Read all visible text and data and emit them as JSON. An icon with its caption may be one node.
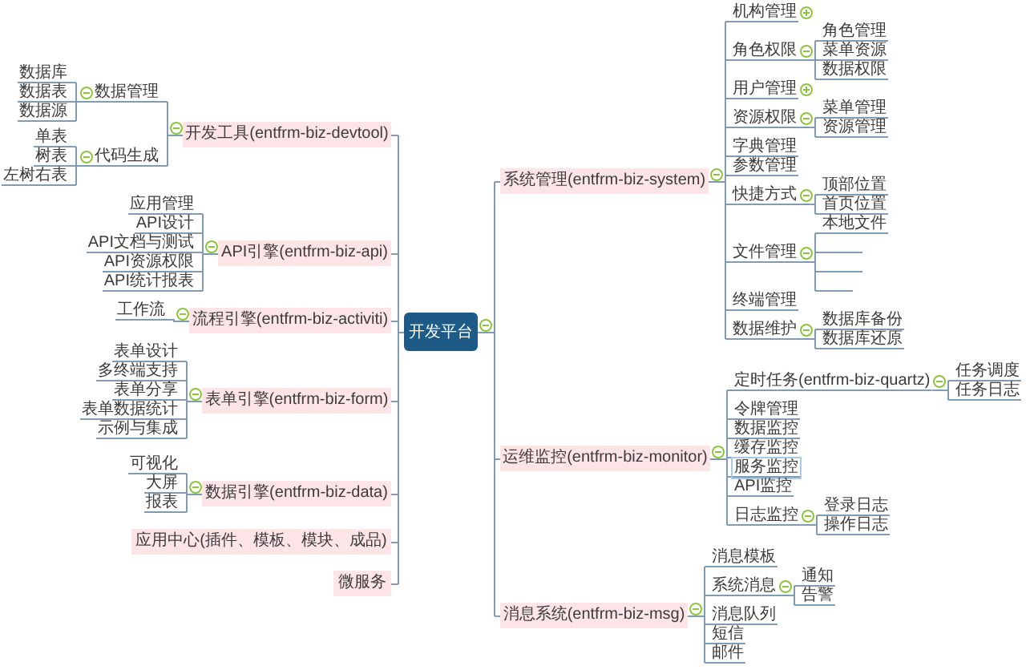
{
  "diagram": {
    "nodes": [
      {
        "text": [
          "开发平台"
        ]
      },
      {
        "text": [
          "开发工具(entfrm-biz-devtool)"
        ]
      },
      {
        "text": [
          "数据管理"
        ]
      },
      {
        "text": [
          "数据库"
        ]
      },
      {
        "text": [
          "数据表"
        ]
      },
      {
        "text": [
          "数据源"
        ]
      },
      {
        "text": [
          "代码生成"
        ]
      },
      {
        "text": [
          "单表"
        ]
      },
      {
        "text": [
          "树表"
        ]
      },
      {
        "text": [
          "左树右表"
        ]
      },
      {
        "text": [
          "API引擎(entfrm-biz-api)"
        ]
      },
      {
        "text": [
          "应用管理"
        ]
      },
      {
        "text": [
          "API设计"
        ]
      },
      {
        "text": [
          "API文档与测试"
        ]
      },
      {
        "text": [
          "API资源权限"
        ]
      },
      {
        "text": [
          "API统计报表"
        ]
      },
      {
        "text": [
          "流程引擎(entfrm-biz-activiti)"
        ]
      },
      {
        "text": [
          "工作流"
        ]
      },
      {
        "text": [
          "表单引擎(entfrm-biz-form)"
        ]
      },
      {
        "text": [
          "表单设计"
        ]
      },
      {
        "text": [
          "多终端支持"
        ]
      },
      {
        "text": [
          "表单分享"
        ]
      },
      {
        "text": [
          "表单数据统计"
        ]
      },
      {
        "text": [
          "示例与集成"
        ]
      },
      {
        "text": [
          "数据引擎(entfrm-biz-data)"
        ]
      },
      {
        "text": [
          "可视化"
        ]
      },
      {
        "text": [
          "大屏"
        ]
      },
      {
        "text": [
          "报表"
        ]
      },
      {
        "text": [
          "应用中心(插件、模板、模块、成品)"
        ]
      },
      {
        "text": [
          "微服务"
        ]
      },
      {
        "text": [
          "系统管理(entfrm-biz-system)"
        ]
      },
      {
        "text": [
          "机构管理"
        ]
      },
      {
        "text": [
          "角色权限"
        ]
      },
      {
        "text": [
          "角色管理"
        ]
      },
      {
        "text": [
          "菜单资源"
        ]
      },
      {
        "text": [
          "数据权限"
        ]
      },
      {
        "text": [
          "用户管理"
        ]
      },
      {
        "text": [
          "资源权限"
        ]
      },
      {
        "text": [
          "菜单管理"
        ]
      },
      {
        "text": [
          "资源管理"
        ]
      },
      {
        "text": [
          "字典管理"
        ]
      },
      {
        "text": [
          "参数管理"
        ]
      },
      {
        "text": [
          "快捷方式"
        ]
      },
      {
        "text": [
          "顶部位置"
        ]
      },
      {
        "text": [
          "首页位置"
        ]
      },
      {
        "text": [
          "文件管理"
        ]
      },
      {
        "text": [
          "本地文件"
        ]
      },
      {
        "text": [],
        "shape": "line"
      },
      {
        "text": [],
        "shape": "line"
      },
      {
        "text": [],
        "shape": "line"
      },
      {
        "text": [
          "终端管理"
        ]
      },
      {
        "text": [
          "数据维护"
        ]
      },
      {
        "text": [
          "数据库备份"
        ]
      },
      {
        "text": [
          "数据库还原"
        ]
      },
      {
        "text": [
          "运维监控(entfrm-biz-monitor)"
        ]
      },
      {
        "text": [
          "定时任务(entfrm-biz-quartz)"
        ]
      },
      {
        "text": [
          "任务调度"
        ]
      },
      {
        "text": [
          "任务日志"
        ]
      },
      {
        "text": [
          "令牌管理"
        ]
      },
      {
        "text": [
          "数据监控"
        ]
      },
      {
        "text": [
          "缓存监控"
        ]
      },
      {
        "text": [
          "服务监控"
        ]
      },
      {
        "text": [
          "API监控"
        ]
      },
      {
        "text": [
          "日志监控"
        ]
      },
      {
        "text": [
          "登录日志"
        ]
      },
      {
        "text": [
          "操作日志"
        ]
      },
      {
        "text": [
          "消息系统(entfrm-biz-msg)"
        ]
      },
      {
        "text": [
          "消息模板"
        ]
      },
      {
        "text": [
          "系统消息"
        ]
      },
      {
        "text": [
          "通知"
        ]
      },
      {
        "text": [
          "告警"
        ]
      },
      {
        "text": [
          "消息队列"
        ]
      },
      {
        "text": [
          "短信"
        ]
      },
      {
        "text": [
          "邮件"
        ]
      }
    ],
    "edges": [
      {
        "from": 0,
        "to": 1,
        "arrow": "none"
      },
      {
        "from": 0,
        "to": 10,
        "arrow": "none"
      },
      {
        "from": 0,
        "to": 16,
        "arrow": "none"
      },
      {
        "from": 0,
        "to": 18,
        "arrow": "none"
      },
      {
        "from": 0,
        "to": 24,
        "arrow": "none"
      },
      {
        "from": 0,
        "to": 28,
        "arrow": "none"
      },
      {
        "from": 0,
        "to": 29,
        "arrow": "none"
      },
      {
        "from": 0,
        "to": 30,
        "arrow": "none"
      },
      {
        "from": 0,
        "to": 54,
        "arrow": "none"
      },
      {
        "from": 0,
        "to": 66,
        "arrow": "none"
      },
      {
        "from": 1,
        "to": 2,
        "arrow": "none"
      },
      {
        "from": 1,
        "to": 6,
        "arrow": "none"
      },
      {
        "from": 2,
        "to": 3,
        "arrow": "none"
      },
      {
        "from": 2,
        "to": 4,
        "arrow": "none"
      },
      {
        "from": 2,
        "to": 5,
        "arrow": "none"
      },
      {
        "from": 6,
        "to": 7,
        "arrow": "none"
      },
      {
        "from": 6,
        "to": 8,
        "arrow": "none"
      },
      {
        "from": 6,
        "to": 9,
        "arrow": "none"
      },
      {
        "from": 10,
        "to": 11,
        "arrow": "none"
      },
      {
        "from": 10,
        "to": 12,
        "arrow": "none"
      },
      {
        "from": 10,
        "to": 13,
        "arrow": "none"
      },
      {
        "from": 10,
        "to": 14,
        "arrow": "none"
      },
      {
        "from": 10,
        "to": 15,
        "arrow": "none"
      },
      {
        "from": 16,
        "to": 17,
        "arrow": "none"
      },
      {
        "from": 18,
        "to": 19,
        "arrow": "none"
      },
      {
        "from": 18,
        "to": 20,
        "arrow": "none"
      },
      {
        "from": 18,
        "to": 21,
        "arrow": "none"
      },
      {
        "from": 18,
        "to": 22,
        "arrow": "none"
      },
      {
        "from": 18,
        "to": 23,
        "arrow": "none"
      },
      {
        "from": 24,
        "to": 25,
        "arrow": "none"
      },
      {
        "from": 24,
        "to": 26,
        "arrow": "none"
      },
      {
        "from": 24,
        "to": 27,
        "arrow": "none"
      },
      {
        "from": 30,
        "to": 31,
        "arrow": "none"
      },
      {
        "from": 30,
        "to": 32,
        "arrow": "none"
      },
      {
        "from": 30,
        "to": 36,
        "arrow": "none"
      },
      {
        "from": 30,
        "to": 37,
        "arrow": "none"
      },
      {
        "from": 30,
        "to": 40,
        "arrow": "none"
      },
      {
        "from": 30,
        "to": 41,
        "arrow": "none"
      },
      {
        "from": 30,
        "to": 42,
        "arrow": "none"
      },
      {
        "from": 30,
        "to": 45,
        "arrow": "none"
      },
      {
        "from": 30,
        "to": 50,
        "arrow": "none"
      },
      {
        "from": 30,
        "to": 51,
        "arrow": "none"
      },
      {
        "from": 32,
        "to": 33,
        "arrow": "none"
      },
      {
        "from": 32,
        "to": 34,
        "arrow": "none"
      },
      {
        "from": 32,
        "to": 35,
        "arrow": "none"
      },
      {
        "from": 37,
        "to": 38,
        "arrow": "none"
      },
      {
        "from": 37,
        "to": 39,
        "arrow": "none"
      },
      {
        "from": 42,
        "to": 43,
        "arrow": "none"
      },
      {
        "from": 42,
        "to": 44,
        "arrow": "none"
      },
      {
        "from": 45,
        "to": 46,
        "arrow": "none"
      },
      {
        "from": 45,
        "to": 47,
        "arrow": "none"
      },
      {
        "from": 45,
        "to": 48,
        "arrow": "none"
      },
      {
        "from": 45,
        "to": 49,
        "arrow": "none"
      },
      {
        "from": 51,
        "to": 52,
        "arrow": "none"
      },
      {
        "from": 51,
        "to": 53,
        "arrow": "none"
      },
      {
        "from": 54,
        "to": 55,
        "arrow": "none"
      },
      {
        "from": 54,
        "to": 58,
        "arrow": "none"
      },
      {
        "from": 54,
        "to": 59,
        "arrow": "none"
      },
      {
        "from": 54,
        "to": 60,
        "arrow": "none"
      },
      {
        "from": 54,
        "to": 61,
        "arrow": "none"
      },
      {
        "from": 54,
        "to": 62,
        "arrow": "none"
      },
      {
        "from": 54,
        "to": 63,
        "arrow": "none"
      },
      {
        "from": 55,
        "to": 56,
        "arrow": "none"
      },
      {
        "from": 55,
        "to": 57,
        "arrow": "none"
      },
      {
        "from": 63,
        "to": 64,
        "arrow": "none"
      },
      {
        "from": 63,
        "to": 65,
        "arrow": "none"
      },
      {
        "from": 66,
        "to": 67,
        "arrow": "none"
      },
      {
        "from": 66,
        "to": 68,
        "arrow": "none"
      },
      {
        "from": 66,
        "to": 71,
        "arrow": "none"
      },
      {
        "from": 66,
        "to": 72,
        "arrow": "none"
      },
      {
        "from": 66,
        "to": 73,
        "arrow": "none"
      },
      {
        "from": 68,
        "to": 69,
        "arrow": "none"
      },
      {
        "from": 68,
        "to": 70,
        "arrow": "none"
      }
    ]
  }
}
